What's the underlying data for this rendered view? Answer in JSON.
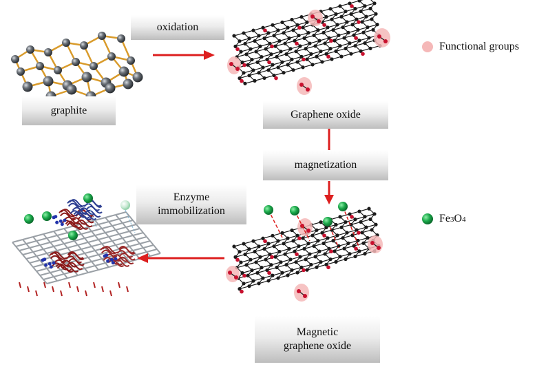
{
  "labels": {
    "oxidation": "oxidation",
    "graphite": "graphite",
    "graphene_oxide": "Graphene oxide",
    "magnetization": "magnetization",
    "enzyme_line1": "Enzyme",
    "enzyme_line2": "immobilization",
    "magnetic_line1": "Magnetic",
    "magnetic_line2": "graphene oxide"
  },
  "legend": {
    "functional_groups": "Functional groups",
    "fe3o4_main": "Fe",
    "fe3o4_sub1": "3",
    "fe3o4_mid": "O",
    "fe3o4_sub2": "4"
  },
  "colors": {
    "arrow": "#dd1f1f",
    "functional_group": "#f5b8b8",
    "fe3o4": "#1aa84a",
    "sheet_atom": "#1a1a1a",
    "oxygen": "#c8102e",
    "graphite_bond": "#d99b2b",
    "graphite_atom": "#5a6068"
  }
}
